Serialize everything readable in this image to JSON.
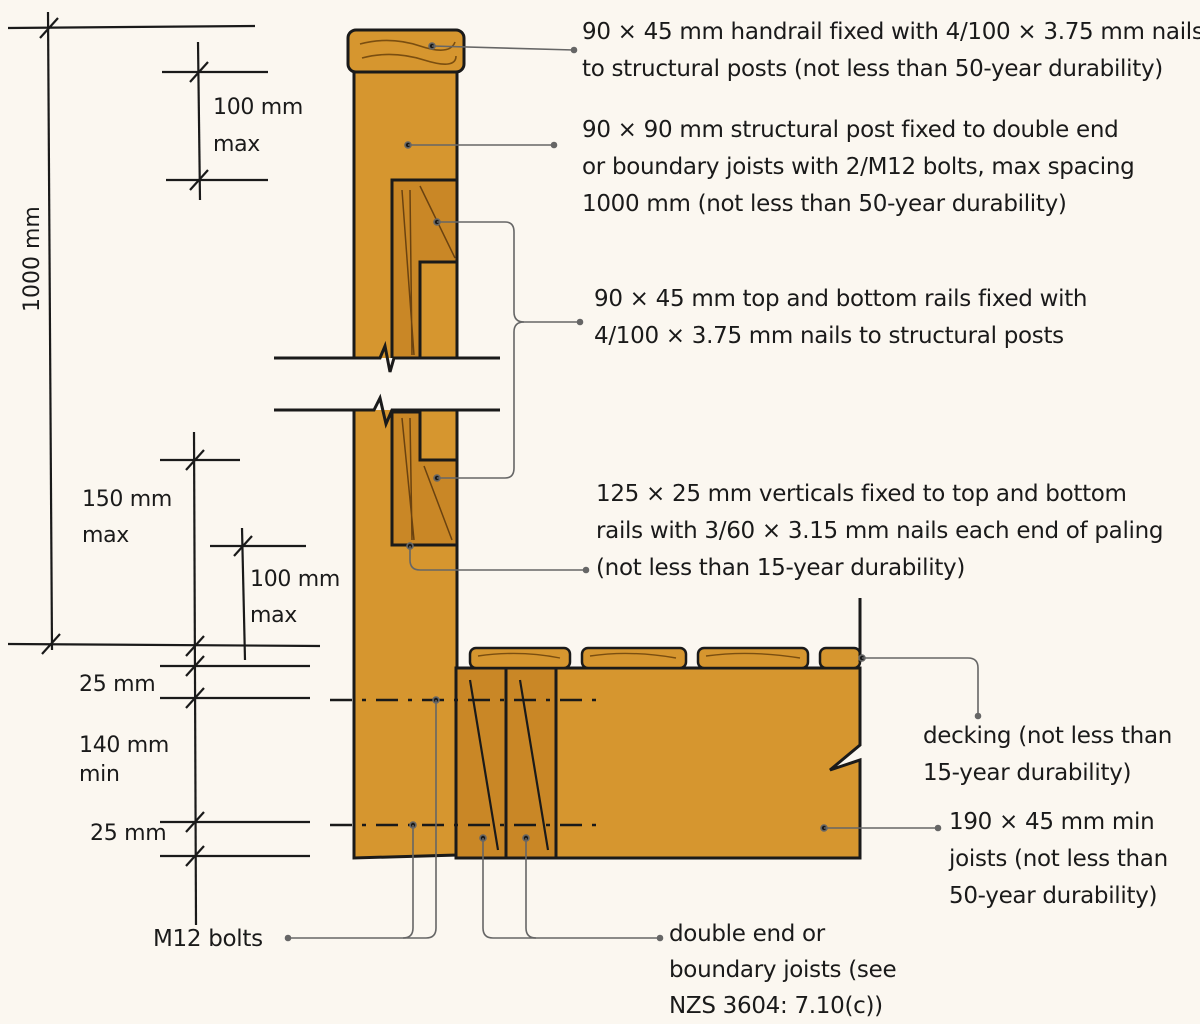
{
  "colors": {
    "timber": "#d6962f",
    "timber_dark": "#b87820",
    "outline": "#1a1a1a",
    "leader": "#666666",
    "background": "#fbf7f0"
  },
  "callouts": {
    "handrail": [
      "90 × 45 mm handrail fixed with 4/100 × 3.75 mm nails",
      "to structural posts (not less than 50-year durability)"
    ],
    "post": [
      "90 × 90 mm structural post fixed to double end",
      "or boundary joists with 2/M12 bolts, max spacing",
      "1000 mm (not less than 50-year durability)"
    ],
    "rails": [
      "90 × 45 mm top and bottom rails fixed with",
      "4/100 × 3.75 mm nails to structural posts"
    ],
    "verticals": [
      "125 × 25 mm verticals fixed to top and bottom",
      "rails with 3/60 × 3.15 mm nails each end of paling",
      "(not less than 15-year durability)"
    ],
    "decking": [
      "decking (not less than",
      "15-year durability)"
    ],
    "joists": [
      "190 × 45 mm min",
      "joists (not less than",
      "50-year durability)"
    ],
    "boundary_joists": [
      "double end or",
      "boundary joists (see",
      "NZS 3604: 7.10(c))"
    ],
    "bolts": [
      "M12 bolts"
    ]
  },
  "dimensions": {
    "overall_height": "1000 mm",
    "handrail_gap": [
      "100 mm",
      "max"
    ],
    "bottom_rail_gap": [
      "150 mm",
      "max"
    ],
    "vertical_gap": [
      "100 mm",
      "max"
    ],
    "top_edge": "25 mm",
    "bolt_spacing": [
      "140 mm",
      "min"
    ],
    "bottom_edge": "25 mm"
  }
}
